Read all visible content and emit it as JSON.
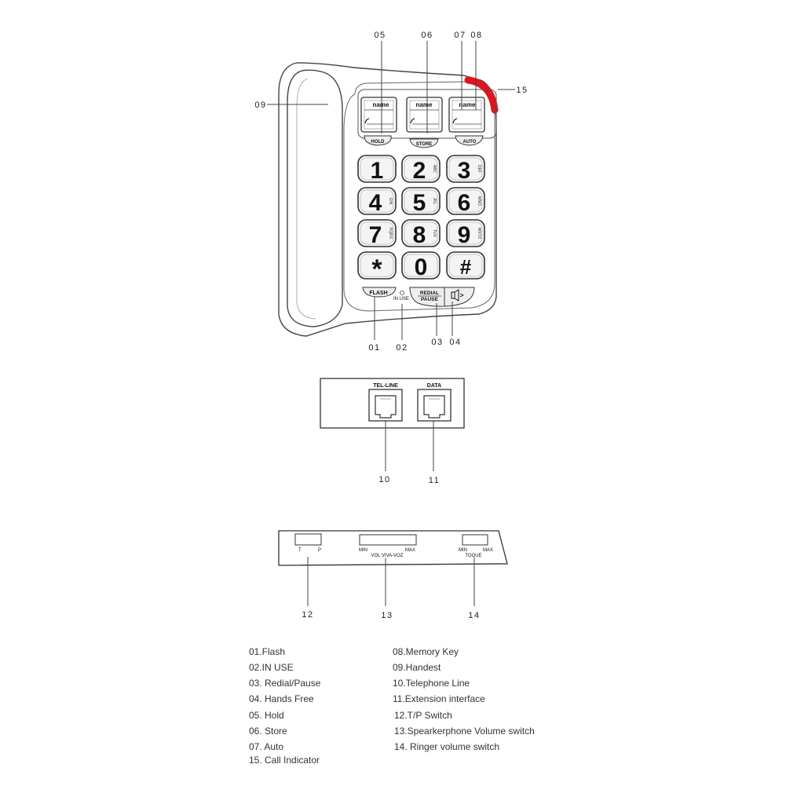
{
  "callouts": {
    "c01": "01",
    "c02": "02",
    "c03": "03",
    "c04": "04",
    "c05": "05",
    "c06": "06",
    "c07": "07",
    "c08": "08",
    "c09": "09",
    "c10": "10",
    "c11": "11",
    "c12": "12",
    "c13": "13",
    "c14": "14",
    "c15": "15"
  },
  "phone": {
    "memory_keys": [
      {
        "name": "name",
        "button": "HOLD"
      },
      {
        "name": "name",
        "button": "STORE"
      },
      {
        "name": "name",
        "button": "AUTO"
      }
    ],
    "keypad": [
      {
        "digit": "1",
        "letters": ""
      },
      {
        "digit": "2",
        "letters": "ABC"
      },
      {
        "digit": "3",
        "letters": "DEF"
      },
      {
        "digit": "4",
        "letters": "GHI"
      },
      {
        "digit": "5",
        "letters": "JKL"
      },
      {
        "digit": "6",
        "letters": "MNO"
      },
      {
        "digit": "7",
        "letters": "PQRS"
      },
      {
        "digit": "8",
        "letters": "TUV"
      },
      {
        "digit": "9",
        "letters": "WXYZ"
      },
      {
        "digit": "*",
        "letters": ""
      },
      {
        "digit": "0",
        "letters": ""
      },
      {
        "digit": "#",
        "letters": ""
      }
    ],
    "flash": "FLASH",
    "in_use": "IN USE",
    "redial": "REDIAL",
    "pause": "PAUSE"
  },
  "back_panel": {
    "tel_line": "TEL-LINE",
    "data": "DATA"
  },
  "side_panel": {
    "t": "T",
    "p": "P",
    "vol_min": "MIN",
    "vol_max": "MAX",
    "vol_label": "VOL VIVA-VOZ",
    "ring_min": "MIN",
    "ring_max": "MAX",
    "ring_label": "TOQUE"
  },
  "legend": {
    "left": [
      "01.Flash",
      "02.IN USE",
      "03. Redial/Pause",
      "04. Hands Free",
      "05. Hold",
      "06. Store",
      "07. Auto",
      "15.  Call Indicator"
    ],
    "right": [
      "08.Memory Key",
      "09.Handest",
      "10.Telephone Line",
      "11.Extension interface",
      "12.T/P Switch",
      "13.Spearkerphone Volume switch",
      "14. Ringer volume switch"
    ]
  },
  "colors": {
    "call_indicator": "#e0141e",
    "line": "#444444",
    "key_fill": "#f4f4f4"
  },
  "icons": {
    "handset_small": "handset-icon",
    "hands_free": "speaker-icon"
  }
}
